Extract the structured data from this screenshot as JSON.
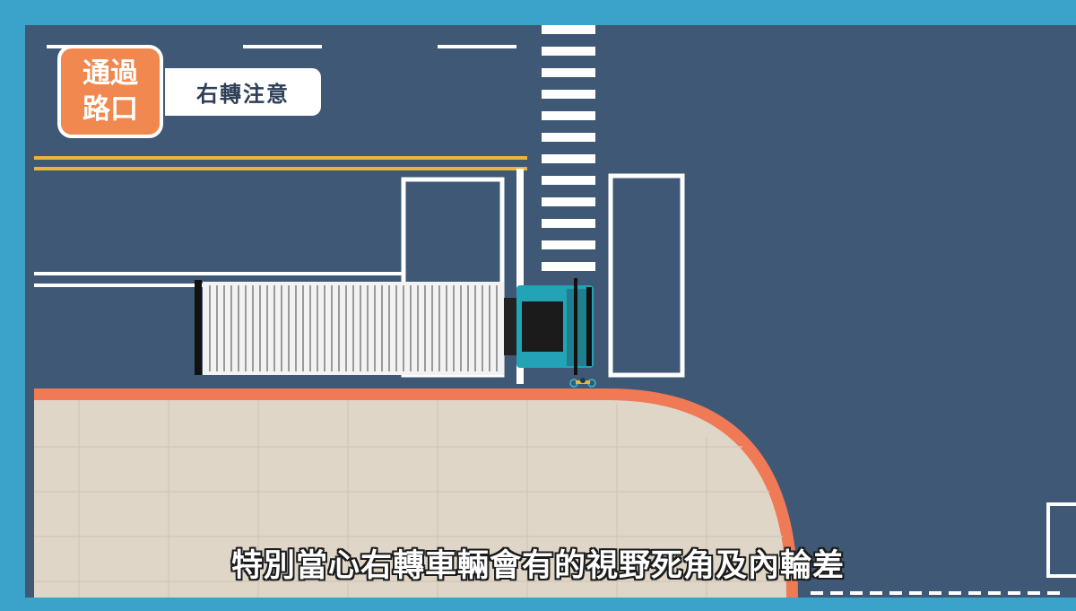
{
  "badge": {
    "line1": "通過",
    "line2": "路口"
  },
  "tag": {
    "label": "右轉注意"
  },
  "subtitle": "特別當心右轉車輛會有的視野死角及內輪差",
  "colors": {
    "frame": "#3ba2c9",
    "road": "#3e5875",
    "sidewalk": "#e0d6c8",
    "curb": "#ef7a55",
    "badge": "#f0884f",
    "truck_cab": "#23a3b6",
    "center_line": "#e8b73a"
  },
  "icons": {
    "vehicle": "truck-icon",
    "cyclist": "bicycle-icon"
  }
}
